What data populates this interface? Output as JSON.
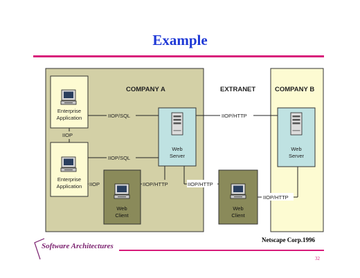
{
  "slide": {
    "title": "Example",
    "footer": "Software Architectures",
    "credit": "Netscape Corp.1996",
    "page_number": "32"
  },
  "diagram": {
    "zones": {
      "company_a": "COMPANY A",
      "extranet": "EXTRANET",
      "company_b": "COMPANY B"
    },
    "nodes": {
      "enterprise_app_1": [
        "Enterprise",
        "Application"
      ],
      "enterprise_app_2": [
        "Enterprise",
        "Application"
      ],
      "web_server_a": [
        "Web",
        "Server"
      ],
      "web_server_b": [
        "Web",
        "Server"
      ],
      "web_client_a": [
        "Web",
        "Client"
      ],
      "web_client_ext": [
        "Web",
        "Client"
      ]
    },
    "links": {
      "app1_server": "IIOP/SQL",
      "app2_server": "IIOP/SQL",
      "app1_app2": "IIOP",
      "serverA_serverB": "IIOP/HTTP",
      "app2_clientA": "IIOP",
      "clientA_server": "IIOP/HTTP",
      "server_clientExt": "IIOP/HTTP",
      "clientExt_serverB": "IIOP/HTTP"
    }
  },
  "colors": {
    "title": "#1f39d6",
    "accent_rule": "#d81b7a",
    "company_a_bg": "#d3d0a6",
    "company_b_bg": "#fdfbd2",
    "client_bg": "#8a8a5a",
    "server_bg": "#bfe2e2"
  }
}
